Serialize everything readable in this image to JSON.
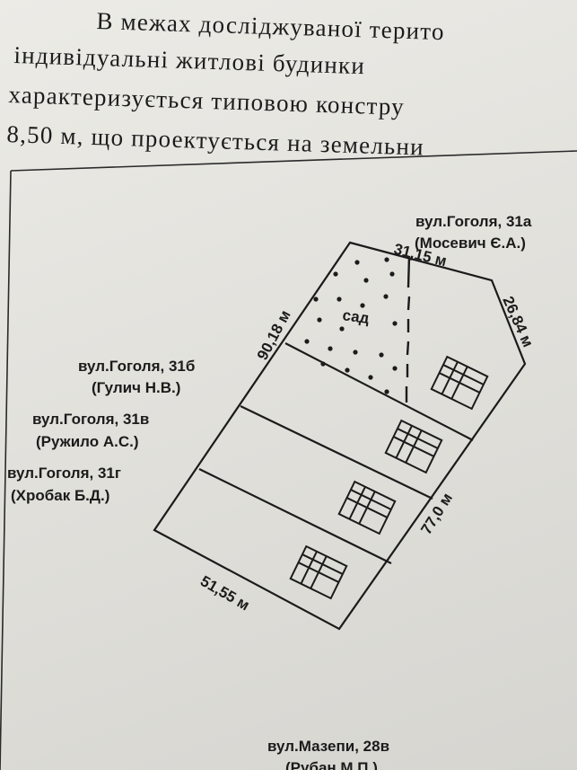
{
  "text_lines": [
    "В межах досліджуваної терито",
    "індивідуальні   житлові   будинки",
    "характеризується типовою констру",
    "8,50 м, що проектується на земельни"
  ],
  "plan": {
    "neighbor_top_street": "вул.Гоголя, 31а",
    "neighbor_top_owner": "(Мосевич Є.А.)",
    "lot_b_street": "вул.Гоголя, 31б",
    "lot_b_owner": "(Гулич Н.В.)",
    "lot_v_street": "вул.Гоголя, 31в",
    "lot_v_owner": "(Ружило А.С.)",
    "lot_g_street": "вул.Гоголя, 31г",
    "lot_g_owner": "(Хробак Б.Д.)",
    "garden_label": "сад",
    "dim_top": "31,15 м",
    "dim_top_right": "26,84 м",
    "dim_left": "90,18 м",
    "dim_right": "77,0 м",
    "dim_bottom": "51,55 м",
    "bottom_street": "вул.Мазепи, 28в",
    "bottom_owner": "(Рубан М.П.)"
  }
}
